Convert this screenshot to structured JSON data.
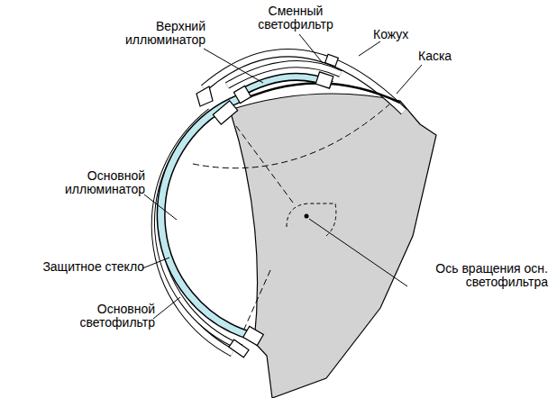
{
  "diagram": {
    "labels": [
      "Сменный светофильтр",
      "Верхний иллюминатор",
      "Кожух",
      "Каска",
      "Основной иллюминатор",
      "Защитное стекло",
      "Основной светофильтр",
      "Ось вращения осн. светофильтра"
    ]
  }
}
